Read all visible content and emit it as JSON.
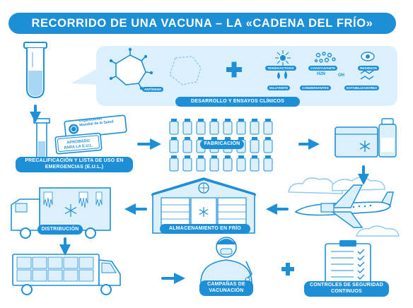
{
  "title": "RECORRIDO DE UNA VACUNA – LA «CADENA DEL FRÍO»",
  "development": {
    "antigen": "ANTÍGENO",
    "plus": "+",
    "ingredients": [
      "TENSIOACTIVOS",
      "COADYUVANTE",
      "RESIDUOS",
      "DILUYENTE",
      "CONSERVANTES",
      "ESTABILIZADORES"
    ],
    "chem_label": "H2N",
    "chem_oh": "OH",
    "label": "DESARROLLO Y ENSAYOS CLÍNICOS"
  },
  "prequalification": {
    "who_name_line1": "Organización",
    "who_name_line2": "Mundial de la Salud",
    "stamp_line1": "APROBADO",
    "stamp_line2": "PARA LA E.U.L.",
    "label": "PRECALIFICACIÓN Y LISTA DE USO EN EMERGENCIAS (E.U.L.)"
  },
  "manufacturing": {
    "label": "FABRICACIÓN"
  },
  "storage": {
    "label": "ALMACENAMIENTO EN FRÍO"
  },
  "distribution": {
    "label": "DISTRIBUCIÓN"
  },
  "campaigns": {
    "label": "CAMPAÑAS DE VACUNACIÓN",
    "plus": "+"
  },
  "controls": {
    "label": "CONTROLES DE SEGURIDAD CONTINUOS"
  },
  "colors": {
    "primary": "#1d8fd6",
    "light": "#dcf0fb",
    "mid": "#a9d6f2",
    "white": "#ffffff"
  },
  "icons": [
    "test-tube-icon",
    "speech-bubble-icon",
    "virus-icon",
    "plus-icon",
    "who-logo-icon",
    "approved-stamp-icon",
    "vial-grid-icon",
    "cooler-box-icon",
    "vaccine-bottle-icon",
    "cloud-icon",
    "airplane-icon",
    "cold-warehouse-icon",
    "refrigerated-truck-icon",
    "van-icon",
    "health-worker-icon",
    "checklist-clipboard-icon",
    "arrow-icon"
  ]
}
